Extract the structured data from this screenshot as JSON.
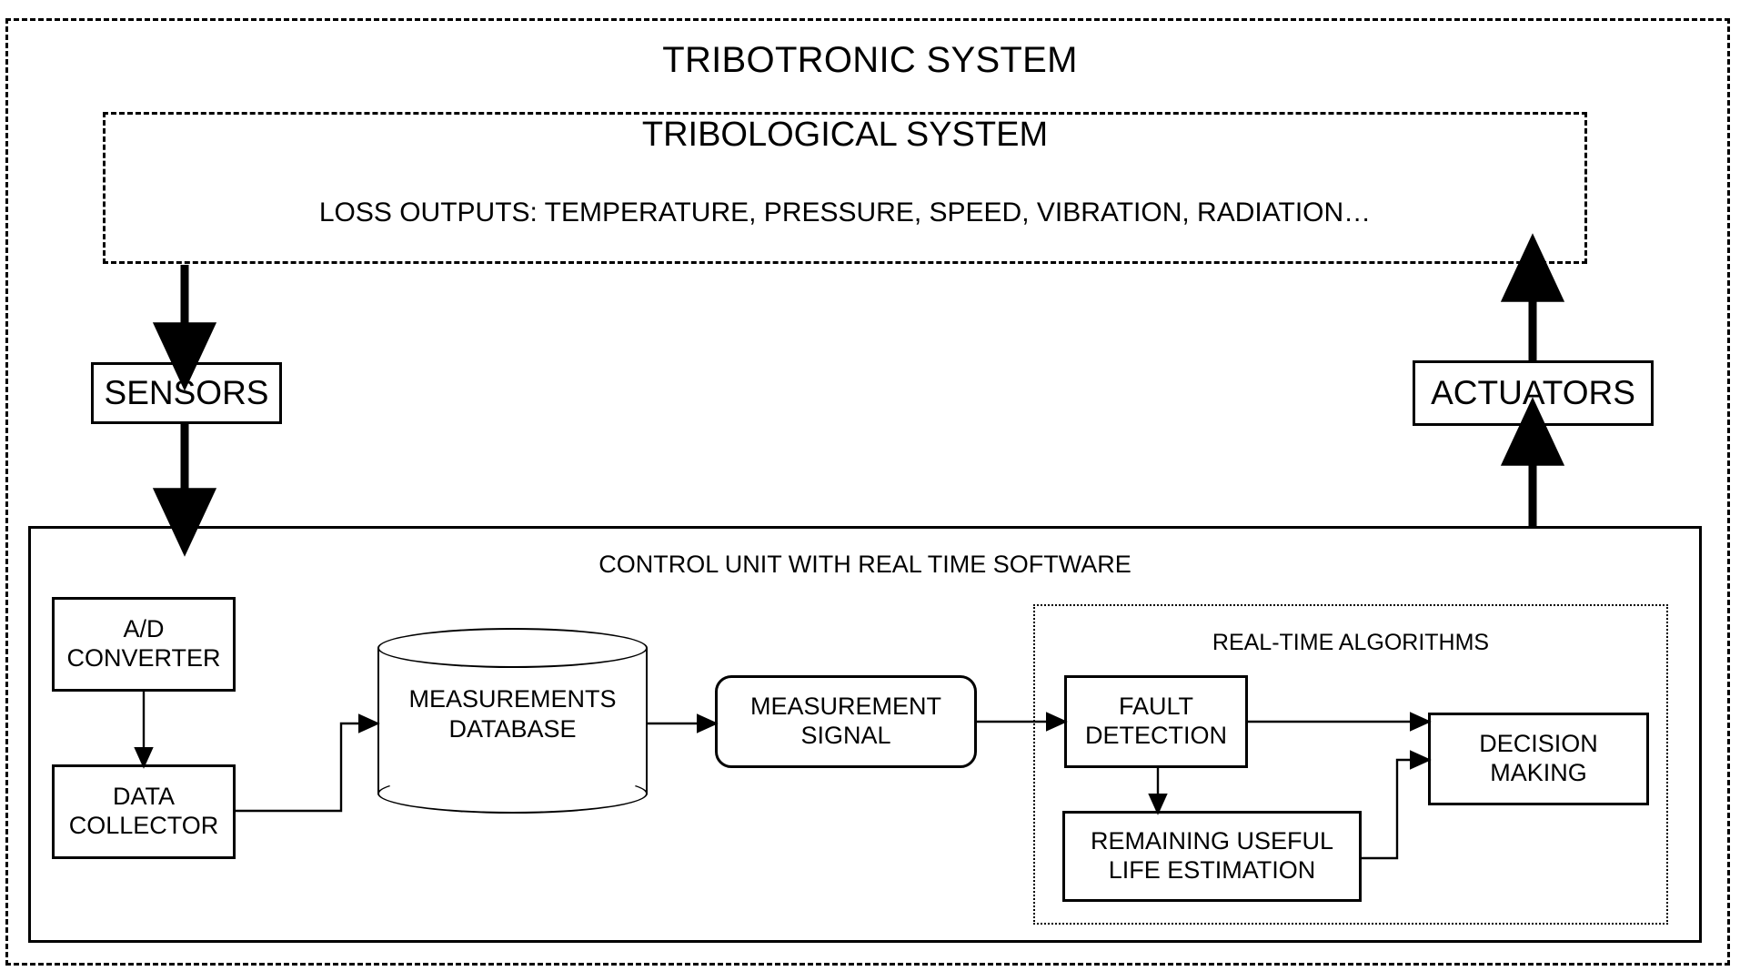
{
  "diagram": {
    "title": "TRIBOTRONIC SYSTEM",
    "subsystems": {
      "tribological": {
        "title": "TRIBOLOGICAL SYSTEM",
        "loss_outputs": "LOSS OUTPUTS: TEMPERATURE, PRESSURE, SPEED, VIBRATION, RADIATION…"
      },
      "control_unit": {
        "title": "CONTROL UNIT WITH REAL TIME SOFTWARE"
      },
      "real_time_algorithms": {
        "title": "REAL-TIME ALGORITHMS"
      }
    },
    "nodes": {
      "sensors": "SENSORS",
      "actuators": "ACTUATORS",
      "ad_converter": "A/D\nCONVERTER",
      "data_collector": "DATA\nCOLLECTOR",
      "measurements_database": "MEASUREMENTS\nDATABASE",
      "measurement_signal": "MEASUREMENT\nSIGNAL",
      "fault_detection": "FAULT\nDETECTION",
      "remaining_useful_life": "REMAINING USEFUL\nLIFE ESTIMATION",
      "decision_making": "DECISION\nMAKING"
    },
    "colors": {
      "stroke": "#000000",
      "background": "#ffffff"
    }
  }
}
